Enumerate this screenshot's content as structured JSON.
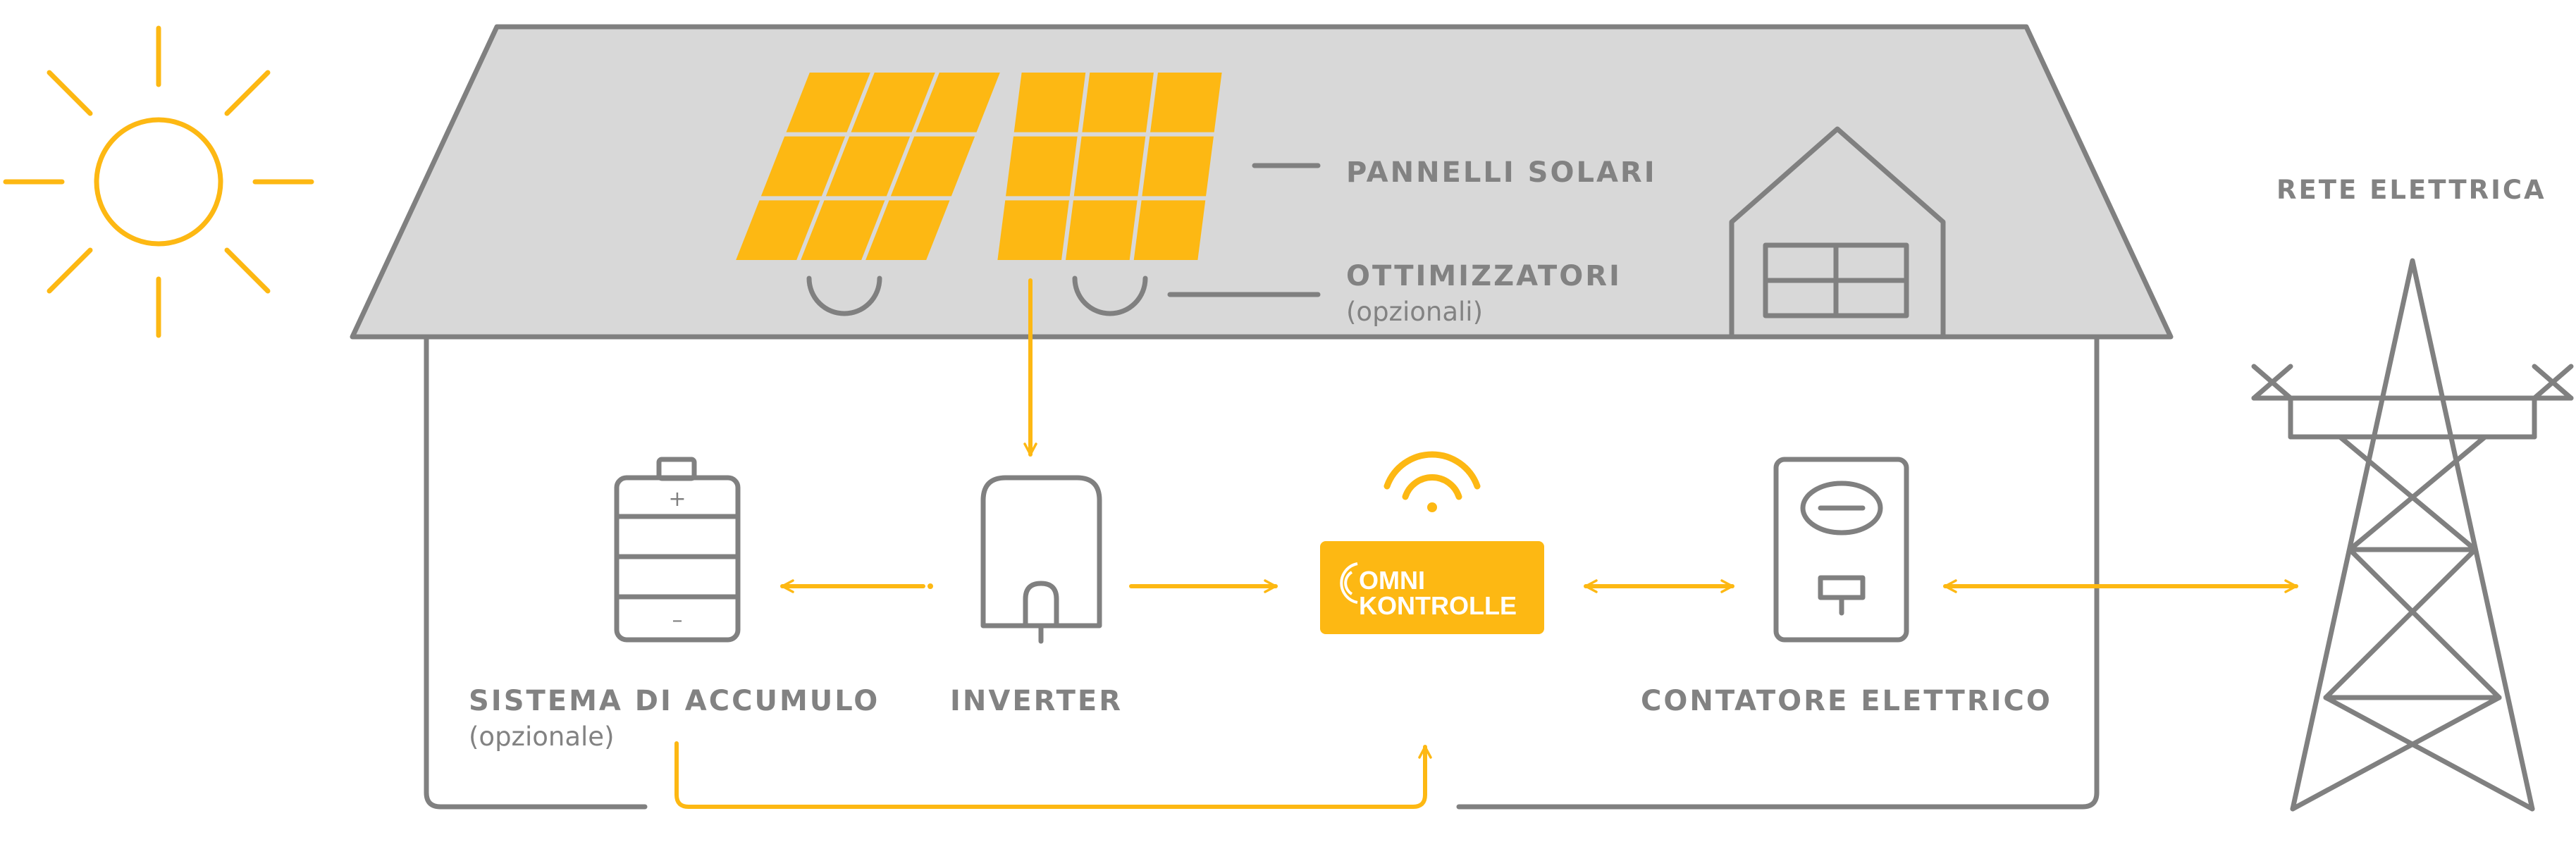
{
  "colors": {
    "accent": "#FDB813",
    "roof": "#D8D8D8",
    "outline": "#808080",
    "text": "#828282"
  },
  "labels": {
    "solar_panels": "PANNELLI SOLARI",
    "optimizers": "OTTIMIZZATORI",
    "optimizers_note": "(opzionali)",
    "grid": "RETE ELETTRICA",
    "storage": "SISTEMA DI ACCUMULO",
    "storage_note": "(opzionale)",
    "inverter": "INVERTER",
    "meter": "CONTATORE ELETTRICO"
  },
  "logo": {
    "line1": "OMNI",
    "line2": "KONTROLLE"
  },
  "battery": {
    "plus": "+",
    "minus": "–"
  },
  "icons": [
    "sun-icon",
    "wifi-icon",
    "battery-icon",
    "inverter-icon",
    "meter-icon",
    "pylon-icon"
  ]
}
